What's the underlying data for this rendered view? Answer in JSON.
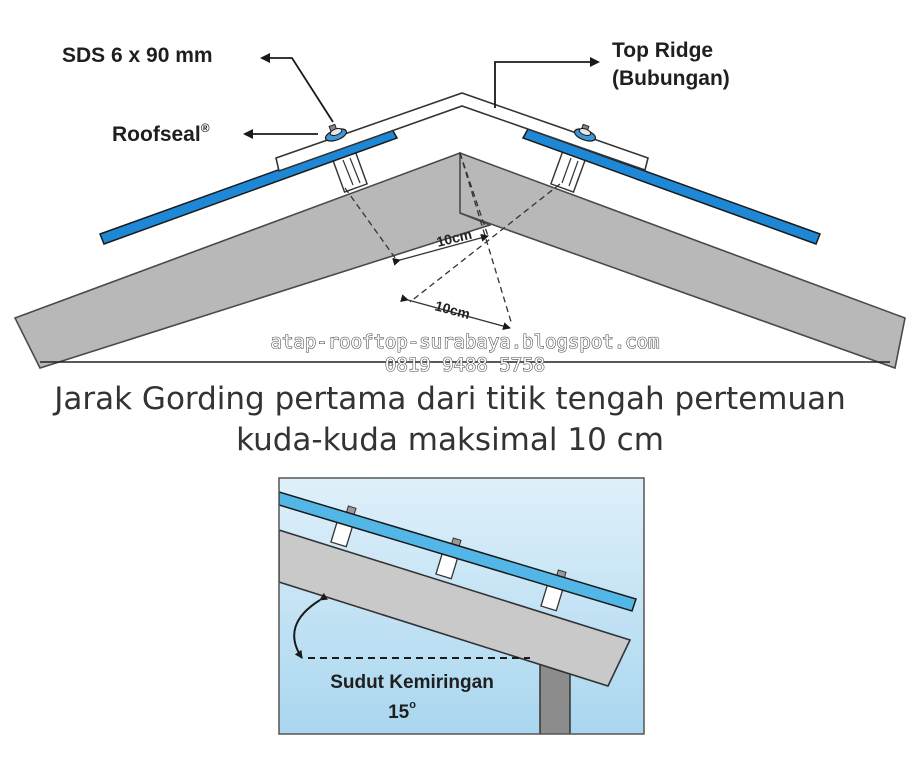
{
  "top_diagram": {
    "labels": {
      "screw": "SDS 6 x 90 mm",
      "roofseal": "Roofseal",
      "roofseal_mark": "®",
      "ridge_line1": "Top Ridge",
      "ridge_line2": "(Bubungan)",
      "dim1": "10cm",
      "dim2": "10cm"
    },
    "colors": {
      "rafter": "#b8b8b8",
      "sheet": "#1e88d6",
      "ridge": "#ffffff"
    }
  },
  "watermark": {
    "url": "atap-rooftop-surabaya.blogspot.com",
    "phone": "0819 9488 5758"
  },
  "caption": {
    "line1": "Jarak Gording pertama dari titik tengah pertemuan",
    "line2": "kuda-kuda maksimal 10 cm"
  },
  "inset": {
    "label": "Sudut Kemiringan",
    "angle_value": "15",
    "angle_unit": "o",
    "colors": {
      "sky_top": "#dff0fa",
      "sky_bottom": "#a9d6ef",
      "sheet": "#52b6e6",
      "rafter": "#c9c9c9",
      "post": "#8c8c8c"
    }
  }
}
